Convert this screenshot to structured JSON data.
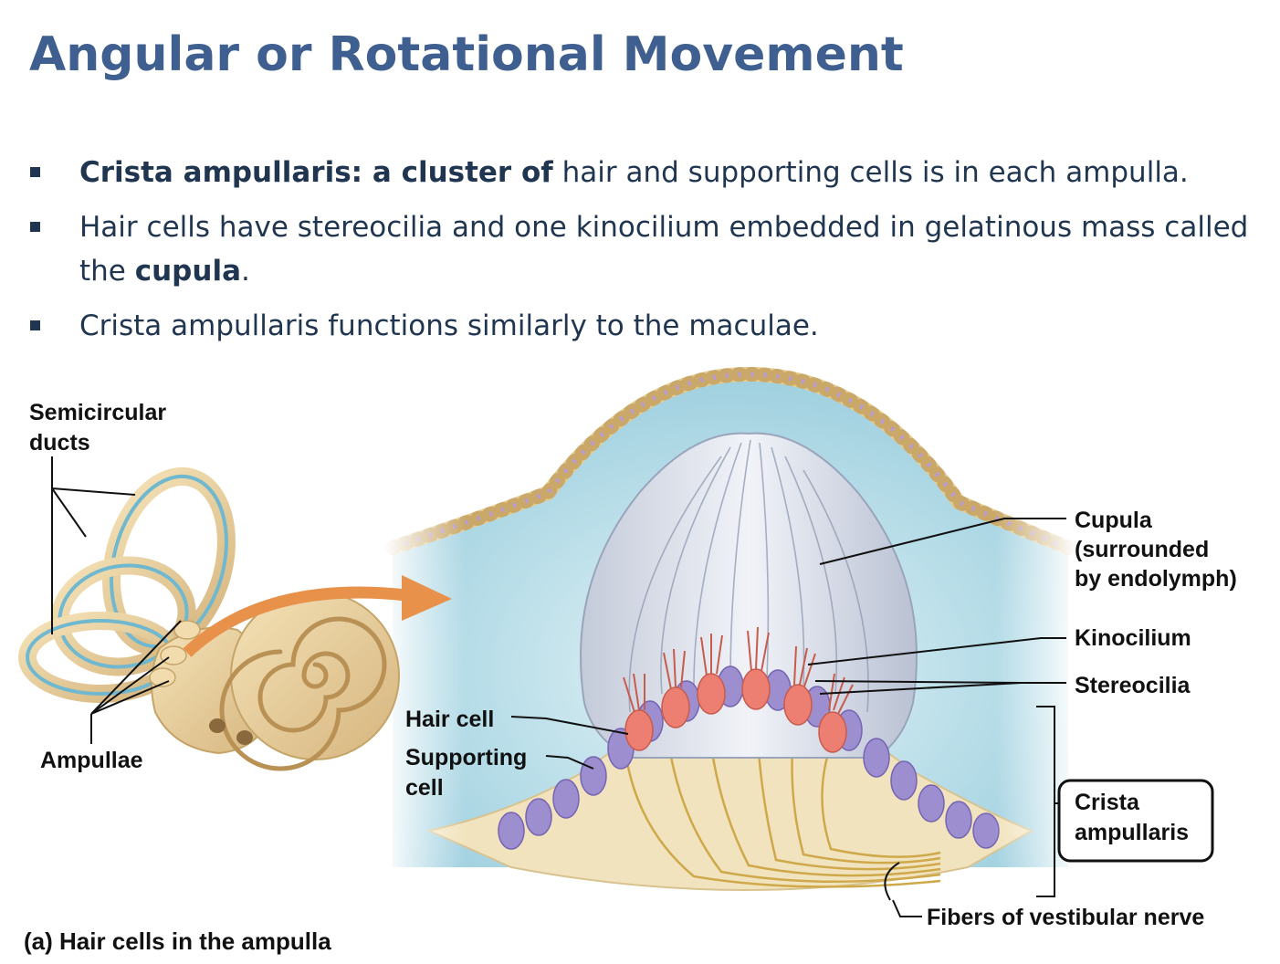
{
  "slide": {
    "title": "Angular or Rotational Movement"
  },
  "bullets": [
    {
      "bold": "Crista ampullaris: a cluster of",
      "text": " hair and supporting cells is in each ampulla."
    },
    {
      "text": "Hair cells have stereocilia and one kinocilium embedded in gelatinous mass called the ",
      "bold": "cupula",
      "end": "."
    },
    {
      "text": "Crista ampullaris functions similarly to the maculae."
    }
  ],
  "figure": {
    "labels": {
      "semicircular_1": "Semicircular",
      "semicircular_2": "ducts",
      "ampullae": "Ampullae",
      "hair_cell": "Hair cell",
      "supporting_1": "Supporting",
      "supporting_2": "cell",
      "cupula_1": "Cupula",
      "cupula_2": "(surrounded",
      "cupula_3": "by endolymph)",
      "kinocilium": "Kinocilium",
      "stereocilia": "Stereocilia",
      "crista_1": "Crista",
      "crista_2": "ampullaris",
      "fibers": "Fibers of vestibular nerve",
      "caption": "(a) Hair cells in the ampulla"
    },
    "colors": {
      "title": "#3e5f8f",
      "bullet_text": "#1f3550",
      "endolymph": "#a9d6e3",
      "cupula": "#d9dfeb",
      "hair_cell": "#ec7f72",
      "supporting_cell": "#9d8fcf",
      "connective_tissue": "#f1e3bd",
      "bone_labyrinth": "#ecd6a3",
      "arrow": "#e8914a"
    }
  }
}
